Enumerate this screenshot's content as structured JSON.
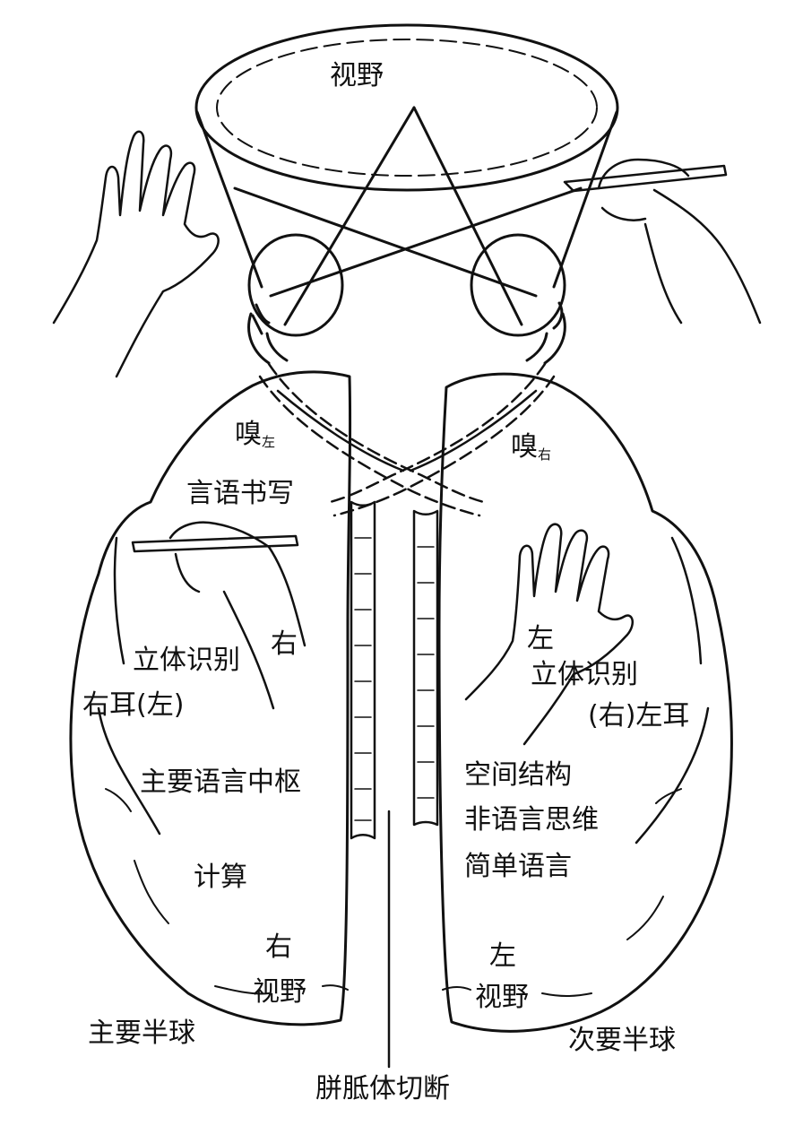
{
  "labels": {
    "visual_field_top": "视野",
    "olfactory_left": "嗅",
    "olfactory_left_sub": "左",
    "olfactory_right": "嗅",
    "olfactory_right_sub": "右",
    "speech_writing": "言语书写",
    "right_hand": "右",
    "stereognosis_left_hemi": "立体识别",
    "right_ear": "右耳(左)",
    "main_language_center": "主要语言中枢",
    "calculation": "计算",
    "right_visual_side": "右",
    "right_visual_field": "视野",
    "major_hemisphere": "主要半球",
    "left_hand": "左",
    "stereognosis_right_hemi": "立体识别",
    "left_ear": "(右)左耳",
    "spatial_structure": "空间结构",
    "nonverbal_thinking": "非语言思维",
    "simple_language": "简单语言",
    "left_visual_side": "左",
    "left_visual_field": "视野",
    "minor_hemisphere": "次要半球",
    "corpus_callosum_cut": "胼胝体切断"
  }
}
